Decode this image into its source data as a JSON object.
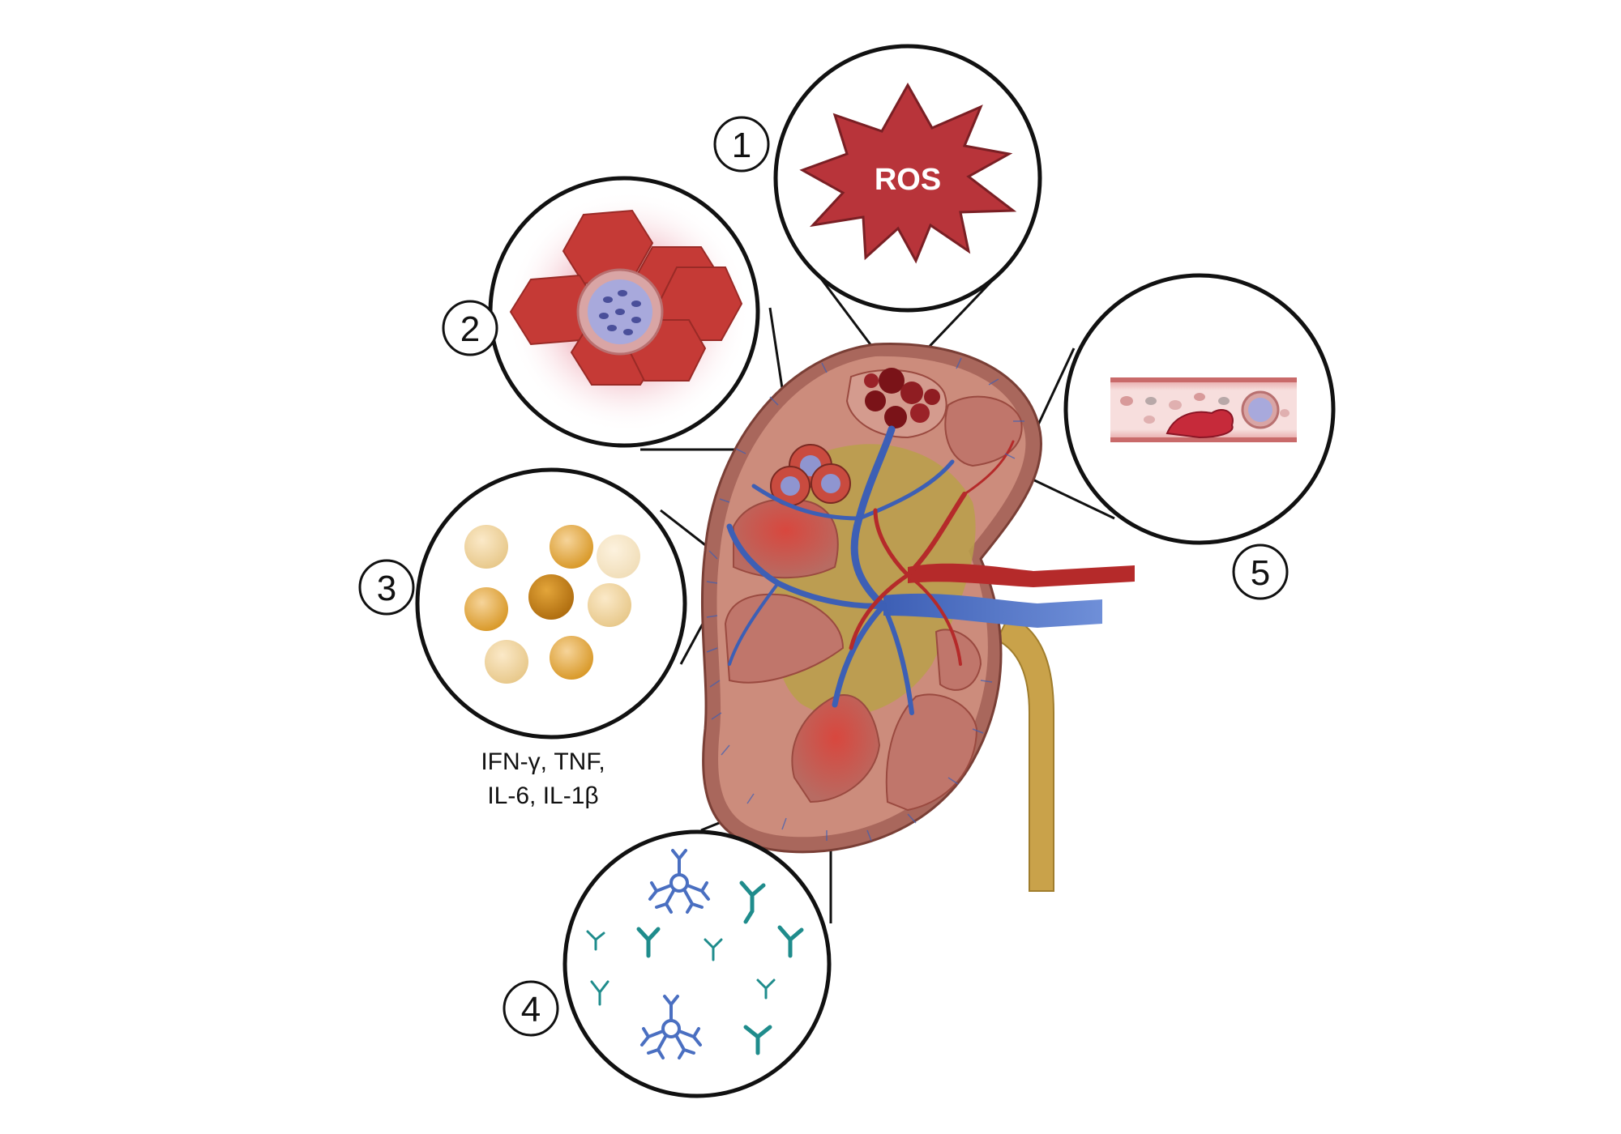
{
  "callouts": [
    {
      "number": "1",
      "content": "ros-starburst"
    },
    {
      "number": "2",
      "content": "rbc-aggregate-around-cell"
    },
    {
      "number": "3",
      "content": "cytokine-spheres"
    },
    {
      "number": "4",
      "content": "antibodies"
    },
    {
      "number": "5",
      "content": "vessel-thrombus"
    }
  ],
  "ros_label": "ROS",
  "cytokine_caption_line1": "IFN-γ, TNF,",
  "cytokine_caption_line2": "IL-6, IL-1β",
  "colors": {
    "outline": "#111111",
    "ros_fill": "#b8343a",
    "rbc": "#c53a36",
    "kidney_cortex": "#c98878",
    "medulla": "#b85a52",
    "vein": "#3d5fb5",
    "artery": "#b52a2a",
    "ureter": "#c9a24a",
    "cytokine": "#d99a2b",
    "antibody_teal": "#1f8c8c",
    "antibody_blue": "#4a6fc1"
  },
  "icons": [
    "kidney-illustration",
    "ros-starburst-icon",
    "red-blood-cell-icon",
    "lymphocyte-icon",
    "cytokine-sphere-icon",
    "antibody-icon",
    "pentamer-antibody-icon",
    "blood-vessel-icon",
    "thrombus-icon"
  ]
}
